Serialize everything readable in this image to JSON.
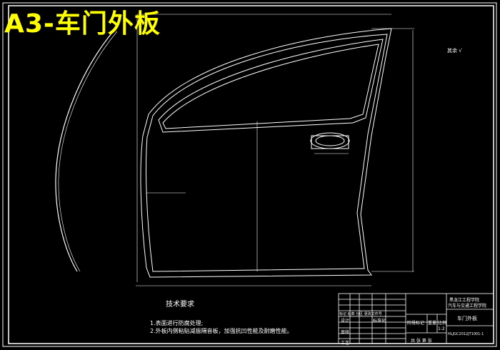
{
  "title": "A3-车门外板",
  "roughness_note": "其余 √",
  "technical_requirements": {
    "heading": "技术要求",
    "items": [
      "1.表面进行防腐处理;",
      "2.外板内侧粘贴减振隔音板，加强抗凹性能及耐磨性能。"
    ]
  },
  "title_block": {
    "school": "黑龙江工程学院",
    "department": "汽车与交通工程学院",
    "part_name": "车门外板",
    "drawing_no": "HLJGC2012JT1001-1",
    "stage_mark": "阶段标记",
    "weight": "重量",
    "scale_label": "比例",
    "scale": "1:2",
    "sheets": "共 张 第 张",
    "revision": "标记 处数 分区 更改文件号",
    "design": "设计",
    "standard": "标准化",
    "review": "审核",
    "process": "工艺"
  }
}
